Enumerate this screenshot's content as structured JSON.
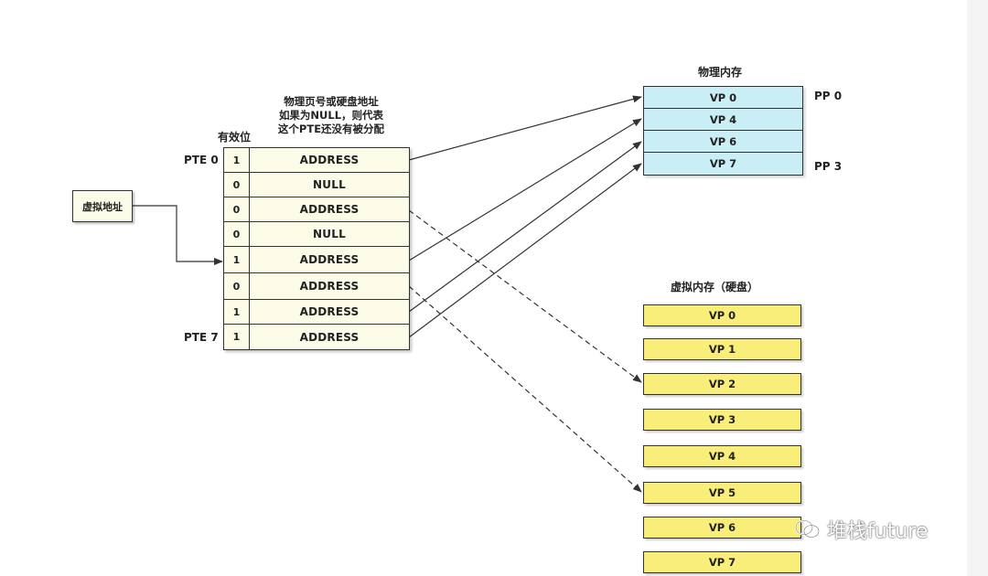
{
  "virtual_address": {
    "label": "虚拟地址"
  },
  "page_table": {
    "valid_header": "有效位",
    "address_header": [
      "物理页号或硬盘地址",
      "如果为NULL，则代表",
      "这个PTE还没有被分配"
    ],
    "first_label": "PTE 0",
    "last_label": "PTE 7",
    "rows": [
      {
        "valid": "1",
        "address": "ADDRESS"
      },
      {
        "valid": "0",
        "address": "NULL"
      },
      {
        "valid": "0",
        "address": "ADDRESS"
      },
      {
        "valid": "0",
        "address": "NULL"
      },
      {
        "valid": "1",
        "address": "ADDRESS"
      },
      {
        "valid": "0",
        "address": "ADDRESS"
      },
      {
        "valid": "1",
        "address": "ADDRESS"
      },
      {
        "valid": "1",
        "address": "ADDRESS"
      }
    ]
  },
  "physical_memory": {
    "title": "物理内存",
    "pages": [
      "VP 0",
      "VP 4",
      "VP 6",
      "VP 7"
    ],
    "first_label": "PP 0",
    "last_label": "PP 3"
  },
  "virtual_memory_disk": {
    "title": "虚拟内存（硬盘）",
    "pages": [
      "VP 0",
      "VP 1",
      "VP 2",
      "VP 3",
      "VP 4",
      "VP 5",
      "VP 6",
      "VP 7"
    ]
  },
  "watermark": {
    "text": "堆栈future"
  },
  "colors": {
    "page_table_fill": "#fbfbe8",
    "physical_memory_fill": "#c9eef5",
    "disk_fill": "#f9ee7a",
    "line": "#333333"
  }
}
